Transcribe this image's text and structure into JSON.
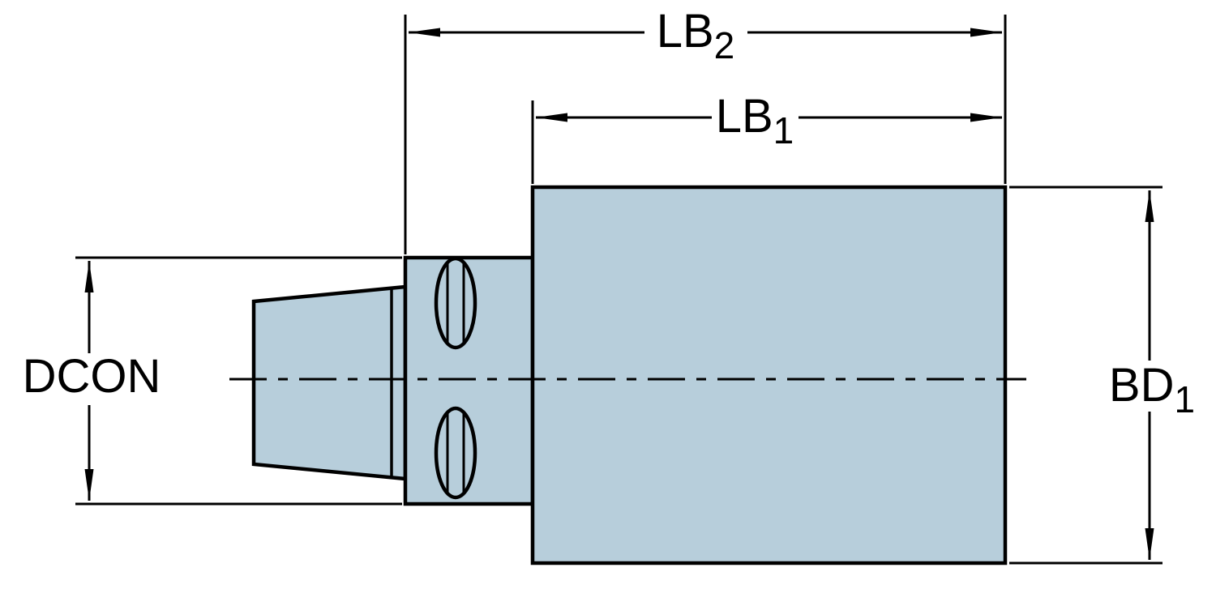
{
  "diagram": {
    "labels": {
      "lb2": {
        "base": "LB",
        "sub": "2"
      },
      "lb1": {
        "base": "LB",
        "sub": "1"
      },
      "dcon": {
        "text": "DCON"
      },
      "bd1": {
        "base": "BD",
        "sub": "1"
      }
    },
    "colors": {
      "body_fill": "#b7cedb",
      "outline": "#000000",
      "background": "#ffffff"
    }
  }
}
